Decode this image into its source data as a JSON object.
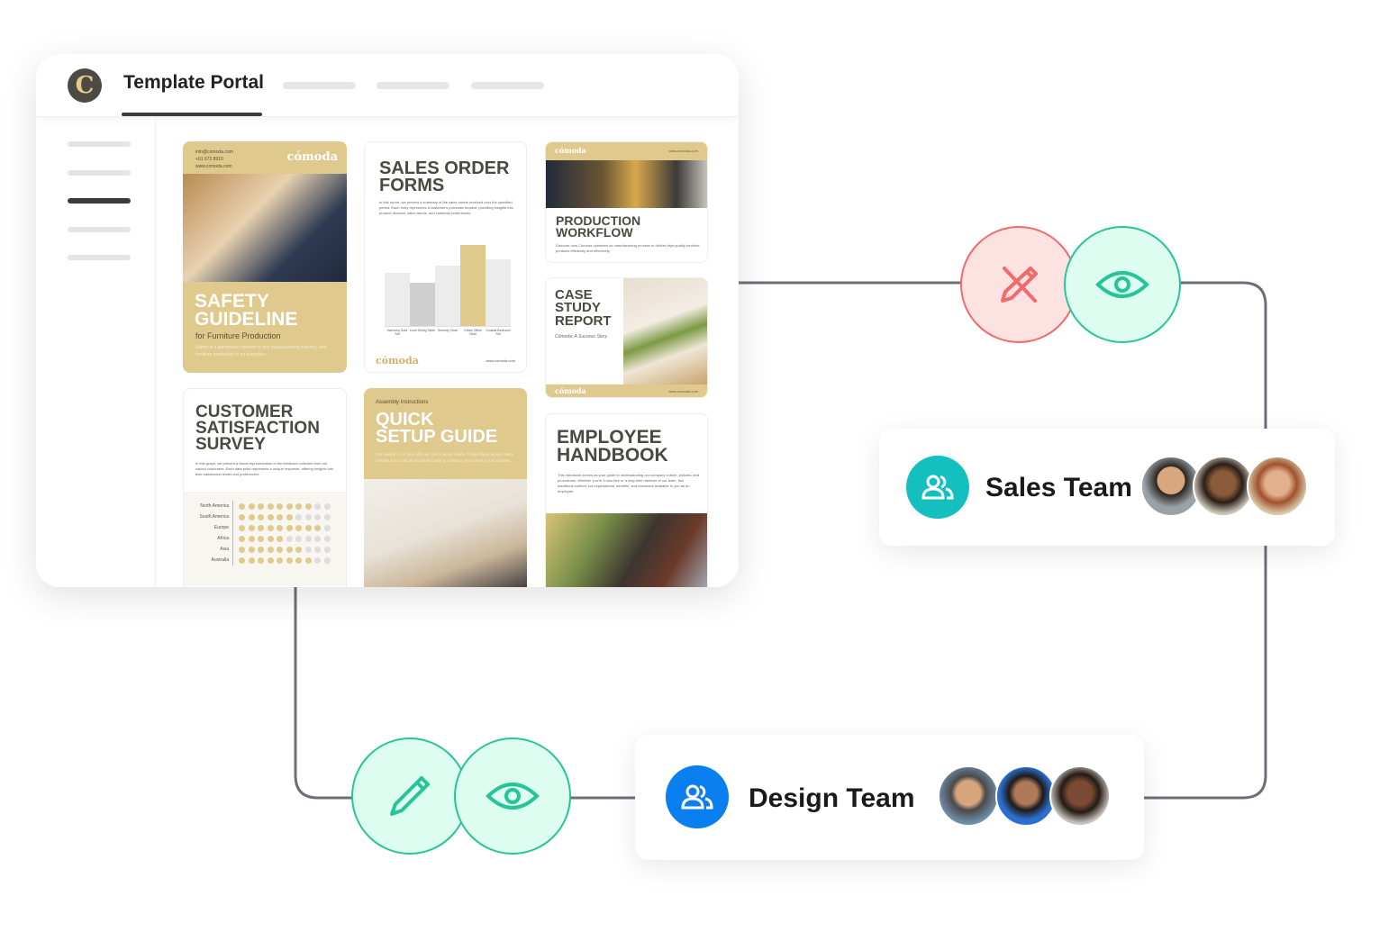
{
  "portal": {
    "title": "Template Portal",
    "logo_letter": "C"
  },
  "templates": {
    "safety": {
      "contact": [
        "info@comoda.com",
        "+01 673 8910",
        "www.comoda.com"
      ],
      "brand": "cómoda",
      "title1": "SAFETY",
      "title2": "GUIDELINE",
      "subtitle": "for Furniture Production",
      "body": "Safety is a paramount concern in any manufacturing industry, and furniture production is no exception."
    },
    "sales": {
      "title1": "SALES ORDER",
      "title2": "FORMS",
      "body": "In this report, we present a summary of the sales orders received over the specified period. Each entry represents a customer's purchase request, providing insights into product demand, sales trends, and customer preferences.",
      "brand": "cómoda",
      "url": "www.comoda.com",
      "chart": {
        "categories": [
          "Harmony Sofa Set",
          "Luxe Dining Table",
          "Serenity Chair",
          "Urban Office Desk",
          "Coastal Bedroom Set"
        ],
        "values": [
          62,
          50,
          70,
          95,
          78
        ],
        "highlight": 3
      }
    },
    "production": {
      "brand": "cómoda",
      "url": "www.comoda.com",
      "title1": "PRODUCTION",
      "title2": "WORKFLOW",
      "body": "Discover how Cómoda optimizes its manufacturing process to deliver high-quality furniture products efficiently and effectively."
    },
    "case": {
      "title1": "CASE",
      "title2": "STUDY",
      "title3": "REPORT",
      "subtitle": "Cómoda: A Success Story",
      "brand": "cómoda",
      "url": "www.comoda.com"
    },
    "survey": {
      "title1": "CUSTOMER",
      "title2": "SATISFACTION",
      "title3": "SURVEY",
      "body": "In this graph, we present a visual representation of the feedback collected from our valued customers. Each data point represents a unique response, offering insights into their satisfaction levels and preferences.",
      "rows": [
        {
          "label": "North America",
          "filled": 8
        },
        {
          "label": "South America",
          "filled": 6
        },
        {
          "label": "Europe",
          "filled": 9
        },
        {
          "label": "Africa",
          "filled": 5
        },
        {
          "label": "Asia",
          "filled": 7
        },
        {
          "label": "Australia",
          "filled": 8
        }
      ],
      "total": 10
    },
    "quick": {
      "kicker": "Assembly Instructions",
      "title1": "QUICK",
      "title2": "SETUP GUIDE",
      "body": "Get started in no time with our Quick Setup Guide. Follow these simple steps to have your Cómoda furniture ready to enhance your home in just minutes."
    },
    "handbook": {
      "title1": "EMPLOYEE",
      "title2": "HANDBOOK",
      "body": "This handbook serves as your guide to understanding our company culture, policies, and procedures. Whether you're a new hire or a long-time member of our team, this handbook outlines our expectations, benefits, and resources available to you as an employee."
    }
  },
  "teams": {
    "sales": {
      "name": "Sales Team",
      "color": "#14bfbf"
    },
    "design": {
      "name": "Design Team",
      "color": "#0a7ff0"
    }
  },
  "colors": {
    "gold": "#dfc98c",
    "edit_off": "#f26a6a",
    "view": "#27c49a",
    "line": "#6b6f78"
  }
}
